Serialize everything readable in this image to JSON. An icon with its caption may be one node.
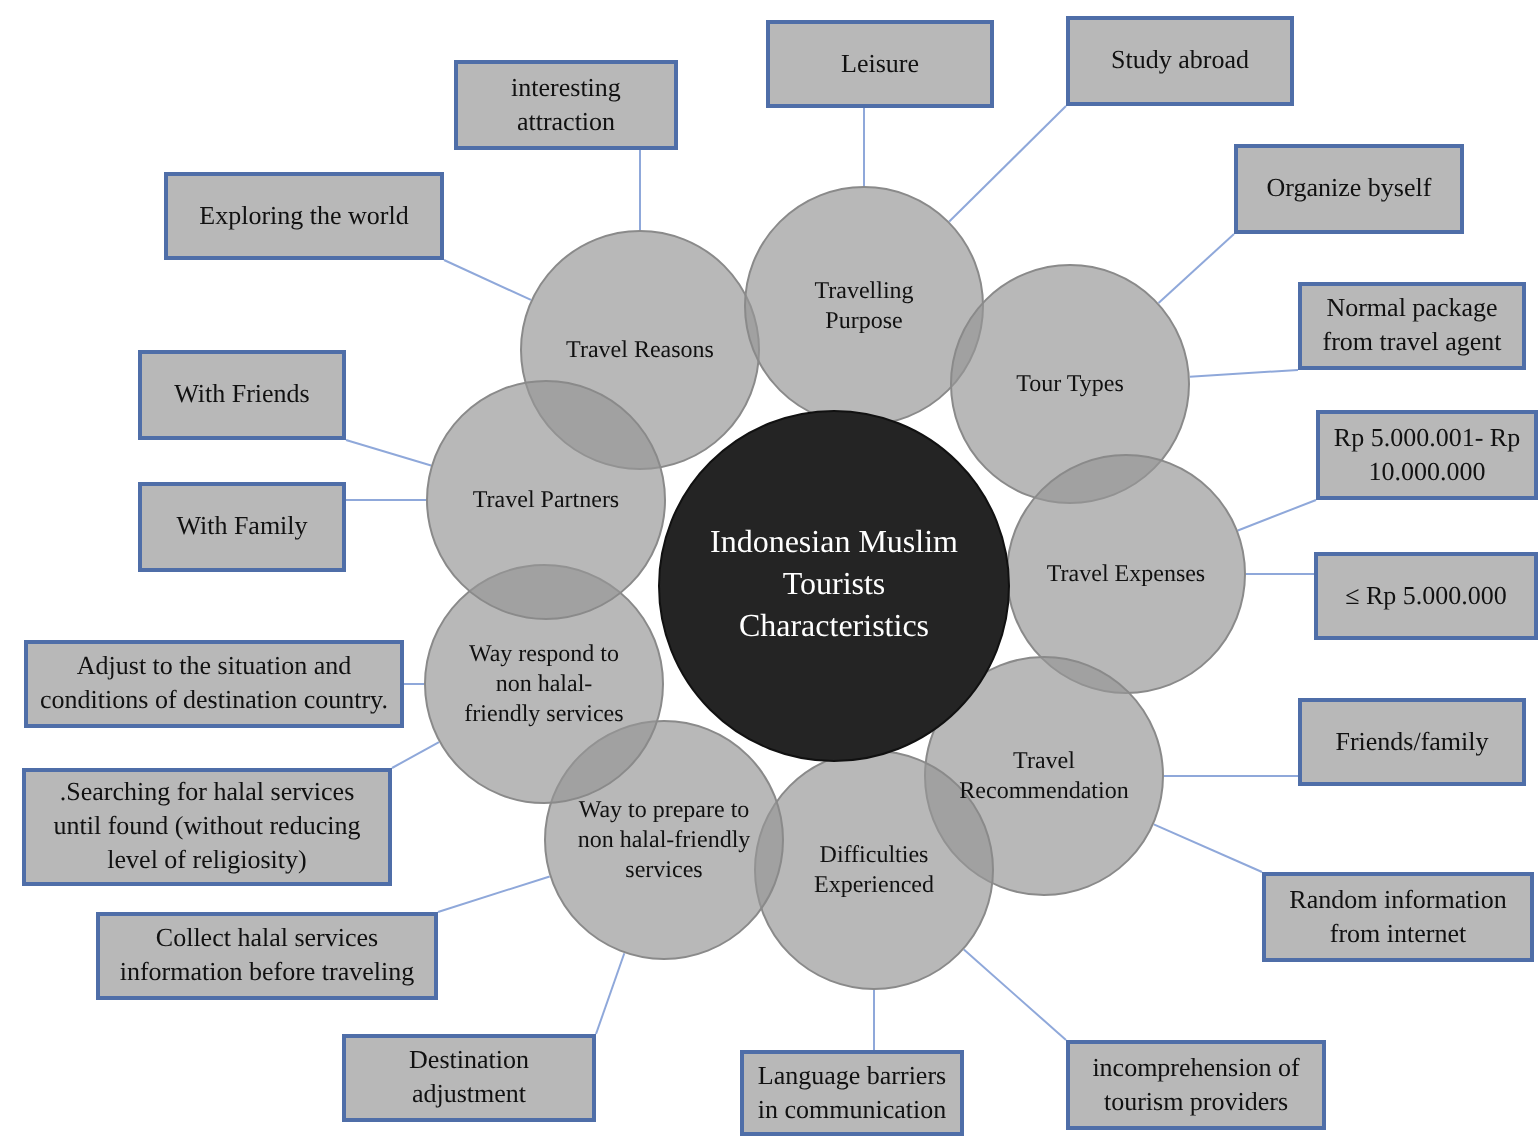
{
  "diagram": {
    "nodes": [
      {
        "text": [
          "Indonesian Muslim Tourists Characteristics"
        ]
      },
      {
        "text": [
          "Travel Reasons"
        ]
      },
      {
        "text": [
          "Travelling Purpose"
        ]
      },
      {
        "text": [
          "Tour Types"
        ]
      },
      {
        "text": [
          "Travel Expenses"
        ]
      },
      {
        "text": [
          "Travel Recommendation"
        ]
      },
      {
        "text": [
          "Difficulties Experienced"
        ]
      },
      {
        "text": [
          "Way to prepare to non halal-friendly services"
        ]
      },
      {
        "text": [
          "Way respond to non halal-friendly services"
        ]
      },
      {
        "text": [
          "Travel Partners"
        ]
      },
      {
        "text": [
          "Leisure"
        ]
      },
      {
        "text": [
          "Study abroad"
        ]
      },
      {
        "text": [
          "Organize byself"
        ]
      },
      {
        "text": [
          "Normal package from travel agent"
        ]
      },
      {
        "text": [
          "Rp 5.000.001- Rp 10.000.000"
        ]
      },
      {
        "text": [
          "≤ Rp 5.000.000"
        ]
      },
      {
        "text": [
          "Friends/family"
        ]
      },
      {
        "text": [
          "Random information from internet"
        ]
      },
      {
        "text": [
          "incomprehension of tourism providers"
        ]
      },
      {
        "text": [
          "Language barriers in communication"
        ]
      },
      {
        "text": [
          "Destination adjustment"
        ]
      },
      {
        "text": [
          "Collect halal services information before traveling"
        ]
      },
      {
        "text": [
          ".Searching for halal services until found (without reducing level of religiosity)"
        ]
      },
      {
        "text": [
          "Adjust to the situation and conditions of destination country."
        ]
      },
      {
        "text": [
          "With Family"
        ]
      },
      {
        "text": [
          "With Friends"
        ]
      },
      {
        "text": [
          "Exploring the world"
        ]
      },
      {
        "text": [
          "interesting attraction"
        ]
      }
    ],
    "edges": [
      {
        "from": 2,
        "to": 10,
        "arrow": "none"
      },
      {
        "from": 2,
        "to": 11,
        "arrow": "none"
      },
      {
        "from": 3,
        "to": 12,
        "arrow": "none"
      },
      {
        "from": 3,
        "to": 13,
        "arrow": "none"
      },
      {
        "from": 4,
        "to": 14,
        "arrow": "none"
      },
      {
        "from": 4,
        "to": 15,
        "arrow": "none"
      },
      {
        "from": 5,
        "to": 16,
        "arrow": "none"
      },
      {
        "from": 5,
        "to": 17,
        "arrow": "none"
      },
      {
        "from": 6,
        "to": 18,
        "arrow": "none"
      },
      {
        "from": 6,
        "to": 19,
        "arrow": "none"
      },
      {
        "from": 7,
        "to": 20,
        "arrow": "none"
      },
      {
        "from": 7,
        "to": 21,
        "arrow": "none"
      },
      {
        "from": 8,
        "to": 22,
        "arrow": "none"
      },
      {
        "from": 8,
        "to": 23,
        "arrow": "none"
      },
      {
        "from": 9,
        "to": 24,
        "arrow": "none"
      },
      {
        "from": 9,
        "to": 25,
        "arrow": "none"
      },
      {
        "from": 1,
        "to": 26,
        "arrow": "none"
      },
      {
        "from": 1,
        "to": 27,
        "arrow": "none"
      }
    ]
  }
}
